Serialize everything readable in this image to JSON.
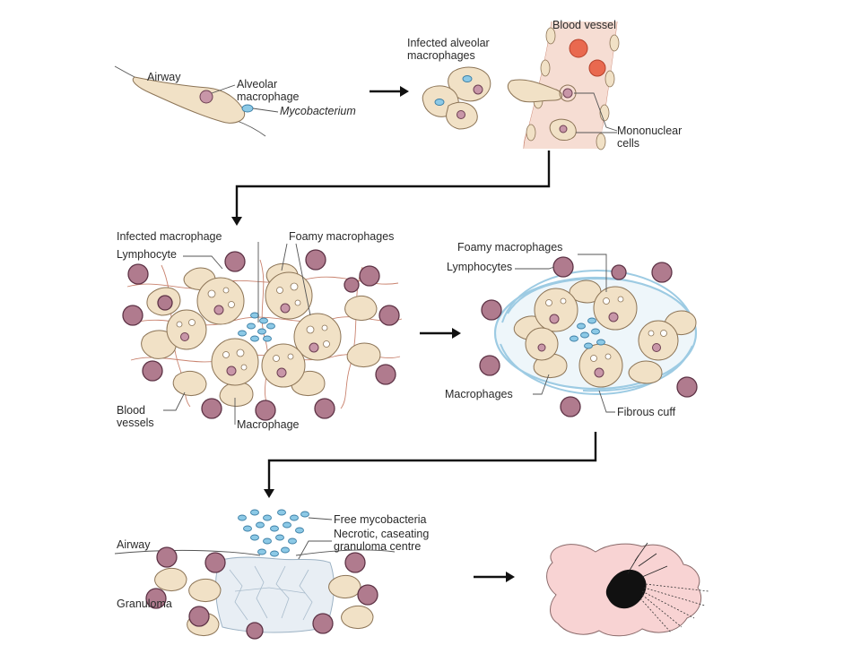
{
  "panel1": {
    "airway": "Airway",
    "alveolar_macrophage_l1": "Alveolar",
    "alveolar_macrophage_l2": "macrophage",
    "mycobacterium": "Mycobacterium",
    "infected_l1": "Infected alveolar",
    "infected_l2": "macrophages",
    "blood_vessel": "Blood vessel",
    "mononuclear_l1": "Mononuclear",
    "mononuclear_l2": "cells"
  },
  "panel2": {
    "infected_macrophage": "Infected macrophage",
    "foamy_macrophages": "Foamy macrophages",
    "lymphocyte": "Lymphocyte",
    "blood_l1": "Blood",
    "blood_l2": "vessels",
    "macrophage": "Macrophage"
  },
  "panel3": {
    "foamy_macrophages": "Foamy macrophages",
    "lymphocytes": "Lymphocytes",
    "macrophages": "Macrophages",
    "fibrous_cuff": "Fibrous cuff"
  },
  "panel4": {
    "free_mycobacteria": "Free mycobacteria",
    "necrotic_l1": "Necrotic, caseating",
    "necrotic_l2": "granuloma centre",
    "airway": "Airway",
    "granuloma": "Granuloma"
  },
  "colors": {
    "cell": "#f1e1c6",
    "nucleus": "#c896a8",
    "bacterium": "#8cc9e6",
    "red_blood_cell": "#e9694f",
    "fibrous_cuff": "#9dcbe3",
    "lung_tissue": "#f8d3d3"
  }
}
